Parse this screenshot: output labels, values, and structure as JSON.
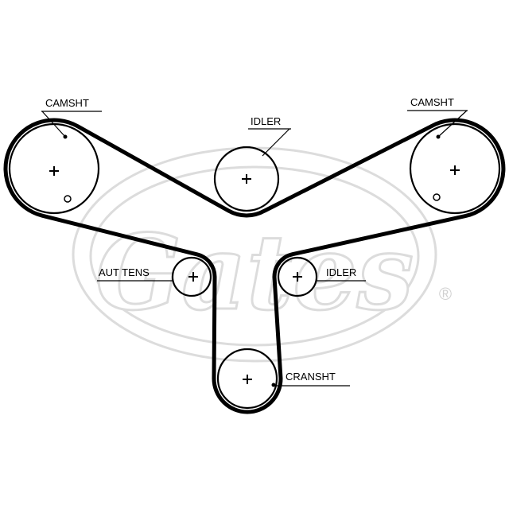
{
  "labels": {
    "camshaft_left": "CAMSHT",
    "idler_top": "IDLER",
    "camshaft_right": "CAMSHT",
    "auto_tensioner": "AUT TENS",
    "idler_right": "IDLER",
    "crankshaft": "CRANSHT"
  },
  "watermark": {
    "text": "Gates",
    "registered": "®"
  },
  "colors": {
    "belt": "#000000",
    "pulley": "#000000",
    "watermark": "#dcdcdc",
    "background": "#ffffff"
  }
}
